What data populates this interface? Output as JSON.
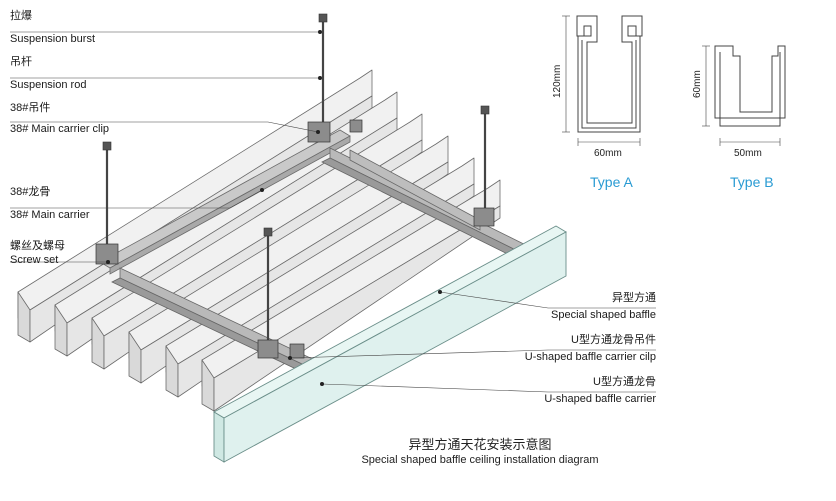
{
  "callouts_left": [
    {
      "cn": "拉爆",
      "en": "Suspension burst"
    },
    {
      "cn": "吊杆",
      "en": "Suspension rod"
    },
    {
      "cn": "38#吊件",
      "en": "38# Main carrier clip"
    },
    {
      "cn": "38#龙骨",
      "en": "38# Main carrier"
    },
    {
      "cn": "螺丝及螺母",
      "en": "Screw set"
    }
  ],
  "callouts_right": [
    {
      "cn": "异型方通",
      "en": "Special shaped baffle"
    },
    {
      "cn": "U型方通龙骨吊件",
      "en": "U-shaped baffle carrier cilp"
    },
    {
      "cn": "U型方通龙骨",
      "en": "U-shaped baffle carrier"
    }
  ],
  "profiles": {
    "type_a": {
      "caption": "Type A",
      "height": "120mm",
      "width": "60mm"
    },
    "type_b": {
      "caption": "Type B",
      "height": "60mm",
      "width": "50mm"
    }
  },
  "title": {
    "cn": "异型方通天花安装示意图",
    "en": "Special shaped baffle ceiling installation diagram"
  },
  "colors": {
    "accent": "#2a9bd3",
    "line": "#555555",
    "glass": "#dff1ee"
  }
}
